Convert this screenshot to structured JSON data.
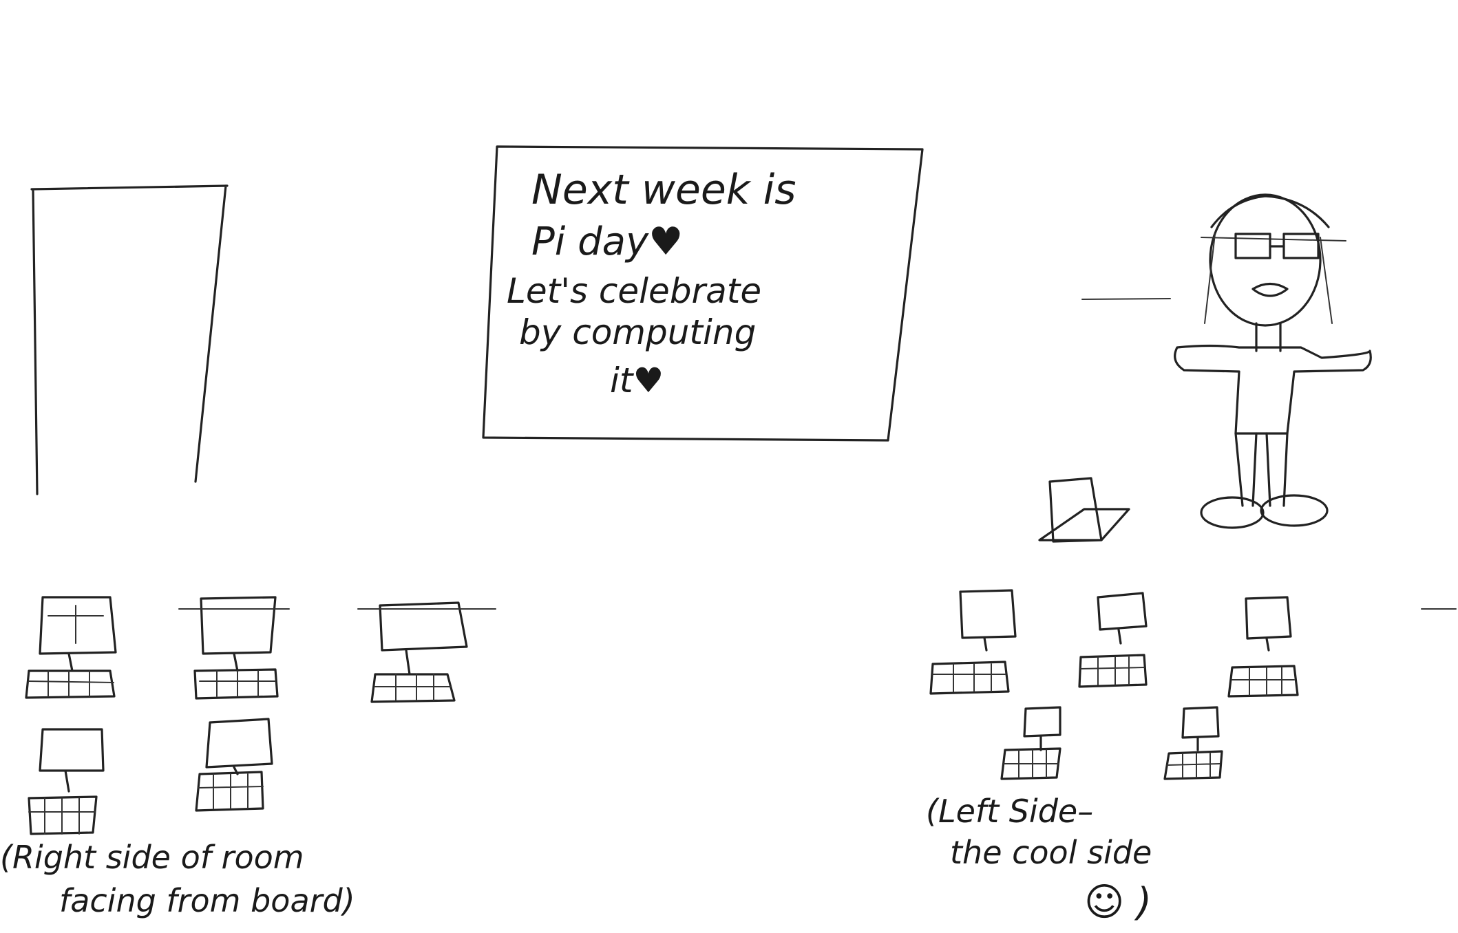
{
  "board": {
    "lines": [
      "Next week is",
      "Pi day♥",
      "Let's celebrate",
      "by computing",
      "it♥"
    ]
  },
  "captions": {
    "right_side": [
      "(Right side of room",
      "facing from board)"
    ],
    "left_side": [
      "(Left Side–",
      "the cool side"
    ],
    "smiley": "☺ )"
  },
  "computers": {
    "right_group_count": 5,
    "left_group_count": 5
  }
}
